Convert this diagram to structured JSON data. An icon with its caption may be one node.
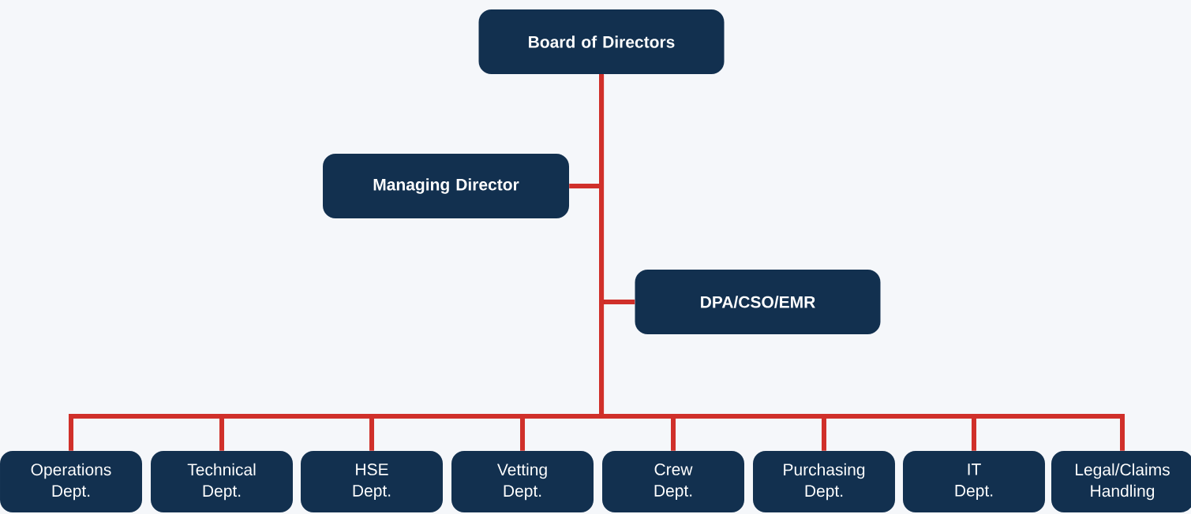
{
  "diagram": {
    "nodes": [
      {
        "text": [
          "Board of Directors"
        ]
      },
      {
        "text": [
          "Managing Director"
        ]
      },
      {
        "text": [
          "DPA/CSO/EMR"
        ]
      },
      {
        "text": [
          "Operations Dept."
        ]
      },
      {
        "text": [
          "Technical Dept."
        ]
      },
      {
        "text": [
          "HSE Dept."
        ]
      },
      {
        "text": [
          "Vetting Dept."
        ]
      },
      {
        "text": [
          "Crew Dept."
        ]
      },
      {
        "text": [
          "Purchasing Dept."
        ]
      },
      {
        "text": [
          "IT Dept."
        ]
      },
      {
        "text": [
          "Legal/Claims Handling"
        ]
      }
    ],
    "edges": [
      {
        "from": 0,
        "to": 1,
        "arrow": "none"
      },
      {
        "from": 0,
        "to": 2,
        "arrow": "none"
      },
      {
        "from": 0,
        "to": 3,
        "arrow": "none"
      },
      {
        "from": 0,
        "to": 4,
        "arrow": "none"
      },
      {
        "from": 0,
        "to": 5,
        "arrow": "none"
      },
      {
        "from": 0,
        "to": 6,
        "arrow": "none"
      },
      {
        "from": 0,
        "to": 7,
        "arrow": "none"
      },
      {
        "from": 0,
        "to": 8,
        "arrow": "none"
      },
      {
        "from": 0,
        "to": 9,
        "arrow": "none"
      },
      {
        "from": 0,
        "to": 10,
        "arrow": "none"
      }
    ]
  }
}
